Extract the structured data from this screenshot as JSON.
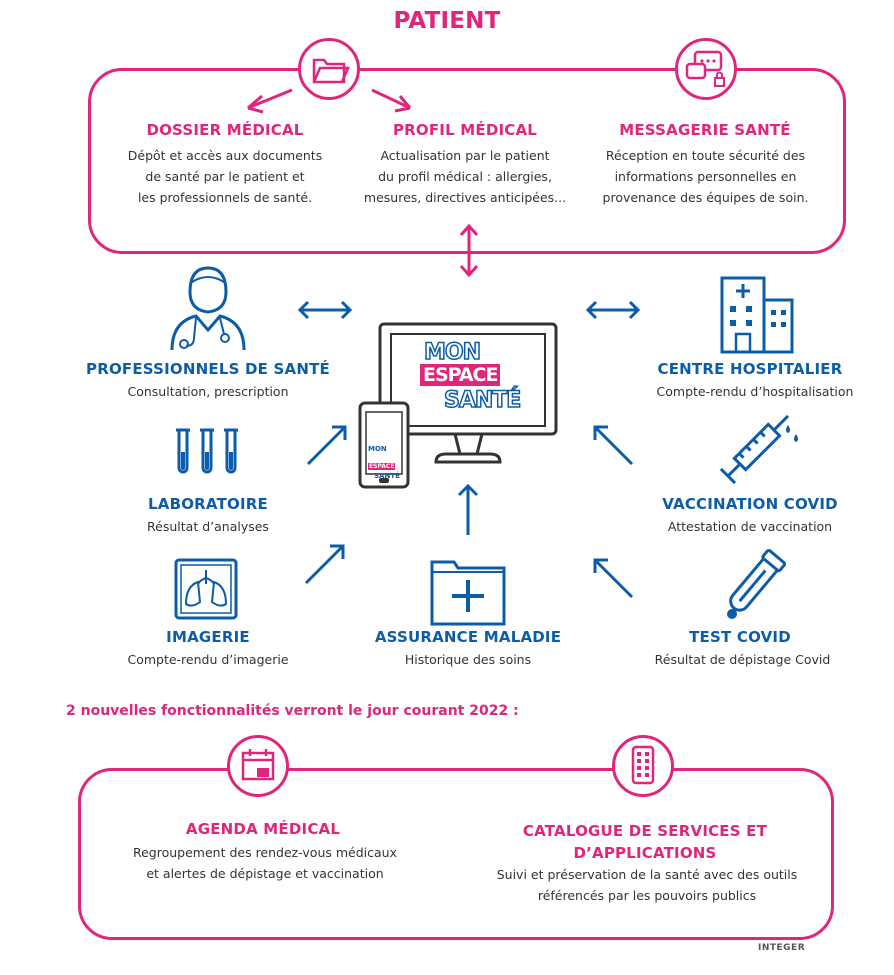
{
  "header": {
    "title": "PATIENT"
  },
  "patient_box": {
    "items": [
      {
        "title": "DOSSIER MÉDICAL",
        "desc": "Dépôt et accès aux documents\nde santé par le patient et\nles professionnels de santé."
      },
      {
        "title": "PROFIL MÉDICAL",
        "desc": "Actualisation par le patient\ndu profil médical : allergies,\nmesures, directives anticipées..."
      },
      {
        "title": "MESSAGERIE SANTÉ",
        "desc": "Réception en toute sécurité des\ninformations personnelles en\nprovenance des équipes de soin."
      }
    ]
  },
  "center": {
    "logo_line1": "MON",
    "logo_line2": "ESPACE",
    "logo_line3": "SANTÉ"
  },
  "nodes": {
    "professionnels": {
      "title": "PROFESSIONNELS DE SANTÉ",
      "desc": "Consultation, prescription"
    },
    "laboratoire": {
      "title": "LABORATOIRE",
      "desc": "Résultat d’analyses"
    },
    "imagerie": {
      "title": "IMAGERIE",
      "desc": "Compte-rendu d’imagerie"
    },
    "assurance": {
      "title": "ASSURANCE MALADIE",
      "desc": "Historique des soins"
    },
    "hospitalier": {
      "title": "CENTRE HOSPITALIER",
      "desc": "Compte-rendu d’hospitalisation"
    },
    "vaccination": {
      "title": "VACCINATION COVID",
      "desc": "Attestation de vaccination"
    },
    "test": {
      "title": "TEST COVID",
      "desc": "Résultat de dépistage Covid"
    }
  },
  "new_features": {
    "heading": "2 nouvelles fonctionnalités verront le jour courant 2022 :",
    "items": [
      {
        "title": "AGENDA MÉDICAL",
        "desc": "Regroupement des rendez-vous médicaux\net alertes de dépistage et vaccination"
      },
      {
        "title": "CATALOGUE DE SERVICES ET\nD’APPLICATIONS",
        "desc": "Suivi et préservation de la santé avec des outils\nréférencés par les pouvoirs publics"
      }
    ]
  },
  "footer": {
    "credit": "INTEGER"
  },
  "colors": {
    "pink": "#e0267a",
    "blue": "#0d5ca8"
  }
}
